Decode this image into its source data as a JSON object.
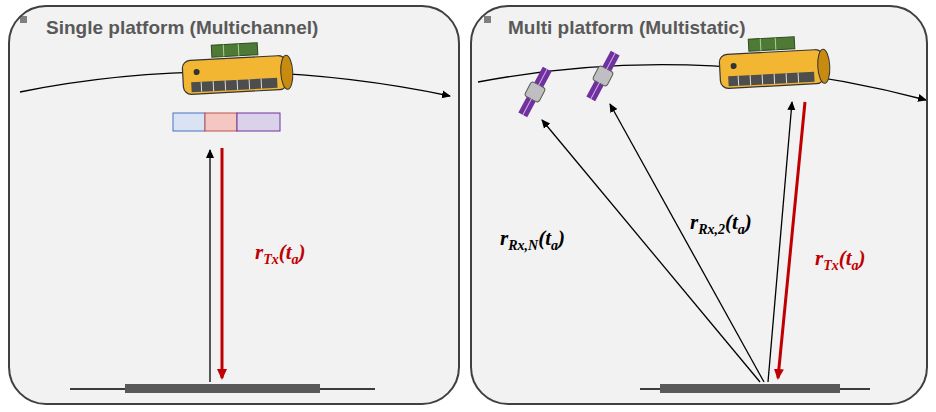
{
  "diagram": {
    "nodes": [
      {
        "text": [
          "Single platform (Multichannel)"
        ]
      },
      {
        "text": [
          "Multi platform (Multistatic)"
        ]
      }
    ],
    "labels": [
      "rTx(ta)",
      "rRx,N(ta)",
      "rRx,2(ta)",
      "rTx(ta)"
    ]
  }
}
